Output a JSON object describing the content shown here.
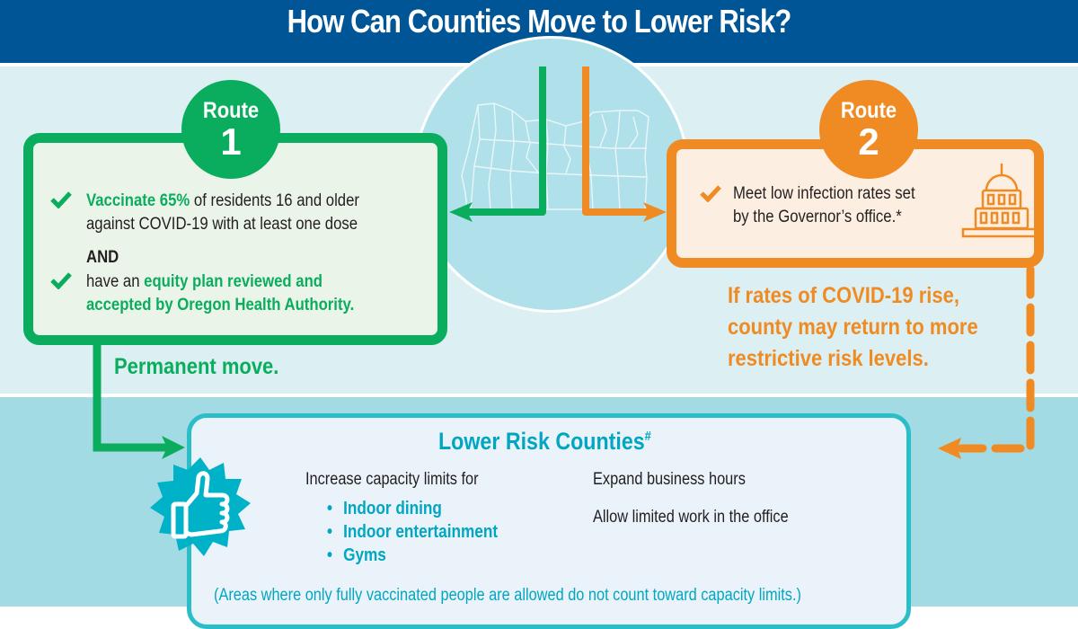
{
  "header": {
    "title": "How Can Counties Move to Lower Risk?"
  },
  "colors": {
    "header_bg": "#005596",
    "route1": "#0aad5d",
    "route2": "#ef8b22",
    "lower_risk": "#00a6c2",
    "top_panel": "#dcf0f3",
    "bottom_panel": "#a3dbe5"
  },
  "route1": {
    "badge_label": "Route",
    "badge_number": "1",
    "criteria": [
      {
        "icon": "check-icon",
        "highlight": "Vaccinate 65%",
        "text_line1": " of residents 16 and older",
        "text_line2": "against COVID-19 with at least one dose"
      },
      {
        "icon": "check-icon",
        "prefix": "have an ",
        "highlight_line1": "equity plan reviewed and",
        "highlight_line2": "accepted by Oregon Health Authority."
      }
    ],
    "connector": "AND",
    "outcome": "Permanent move."
  },
  "route2": {
    "badge_label": "Route",
    "badge_number": "2",
    "criteria": [
      {
        "icon": "check-icon",
        "text_line1": "Meet low infection rates set",
        "text_line2": "by the Governor’s office.*"
      }
    ],
    "icon": "capitol-building-icon",
    "warning": [
      "If rates of COVID-19 rise,",
      "county may return to more",
      "restrictive risk levels."
    ]
  },
  "map": {
    "icon": "oregon-county-map"
  },
  "lower_risk": {
    "title": "Lower Risk Counties",
    "title_mark": "#",
    "icon": "thumbs-up-badge-icon",
    "capacity_intro": "Increase capacity limits for",
    "capacity_items": [
      "Indoor dining",
      "Indoor entertainment",
      "Gyms"
    ],
    "other_items": [
      "Expand business hours",
      "Allow limited work in the office"
    ],
    "footnote": "(Areas where only fully vaccinated people are allowed do not count toward capacity limits.)"
  }
}
